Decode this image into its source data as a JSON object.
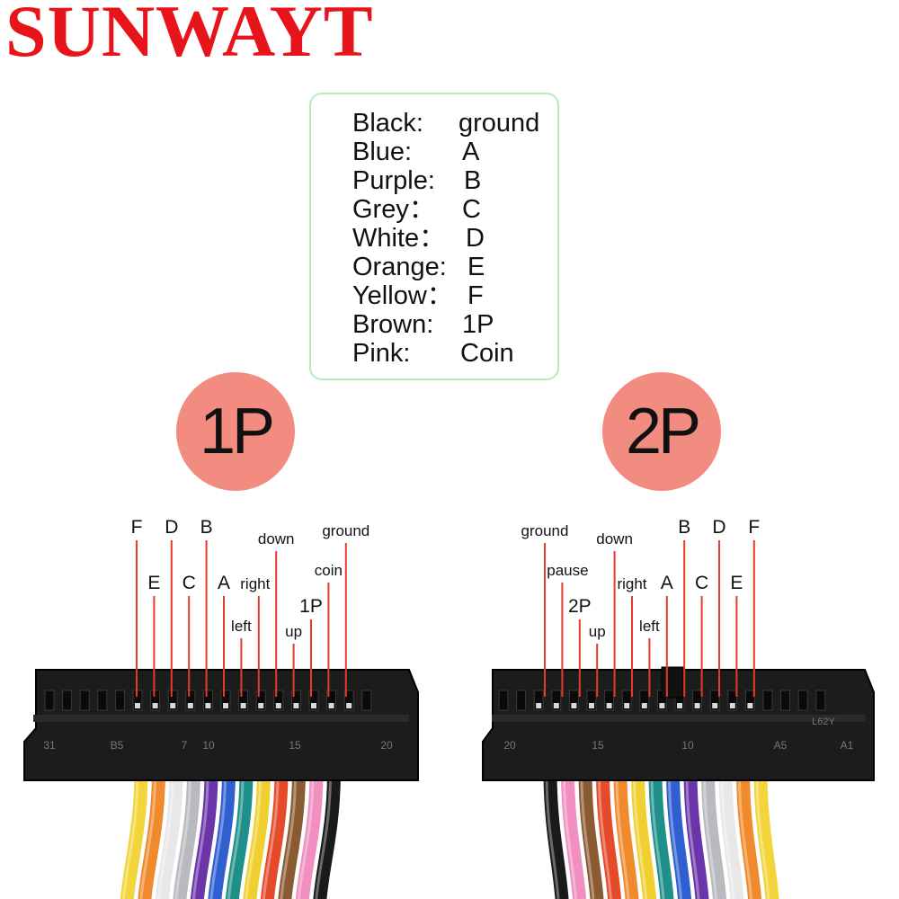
{
  "brand": "SUNWAYT",
  "legend": [
    {
      "color": "Black:",
      "meaning": "ground"
    },
    {
      "color": "Blue:",
      "meaning": "A"
    },
    {
      "color": "Purple:",
      "meaning": "B"
    },
    {
      "color": "Grey：",
      "meaning": "C"
    },
    {
      "color": "White：",
      "meaning": "D"
    },
    {
      "color": "Orange:",
      "meaning": "E"
    },
    {
      "color": "Yellow：",
      "meaning": "F"
    },
    {
      "color": "Brown:",
      "meaning": "1P"
    },
    {
      "color": "Pink:",
      "meaning": "Coin"
    }
  ],
  "badges": {
    "p1": "1P",
    "p2": "2P"
  },
  "connector_1p": {
    "pin_labels": [
      "F",
      "E",
      "D",
      "C",
      "B",
      "A",
      "left",
      "right",
      "down",
      "up",
      "1P",
      "coin",
      "ground"
    ],
    "numbers": [
      "31",
      "B5",
      "7",
      "10",
      "15",
      "20"
    ]
  },
  "connector_2p": {
    "pin_labels": [
      "ground",
      "pause",
      "2P",
      "up",
      "down",
      "right",
      "left",
      "A",
      "B",
      "C",
      "D",
      "E",
      "F"
    ],
    "numbers": [
      "20",
      "15",
      "10",
      "A5",
      "A1"
    ],
    "marking": "L62Y"
  },
  "colors": {
    "brand": "#e8141b",
    "badge": "#f28b80",
    "legend_border": "#b5ecb8",
    "callout_line": "#e53a2c",
    "connector": "#1c1c1c",
    "wires_1p": [
      "#f3d43a",
      "#f08a2c",
      "#e8e8e8",
      "#b9b9c0",
      "#6a35a8",
      "#2f5fd0",
      "#1f8f8a",
      "#f0d030",
      "#e54a2a",
      "#8a5a32",
      "#f08fc0",
      "#1a1a1a"
    ],
    "wires_2p": [
      "#1a1a1a",
      "#f08fc0",
      "#8a5a32",
      "#e54a2a",
      "#f08a2c",
      "#f0d030",
      "#1f8f8a",
      "#2f5fd0",
      "#6a35a8",
      "#b9b9c0",
      "#e8e8e8",
      "#f08a2c",
      "#f3d43a"
    ]
  }
}
